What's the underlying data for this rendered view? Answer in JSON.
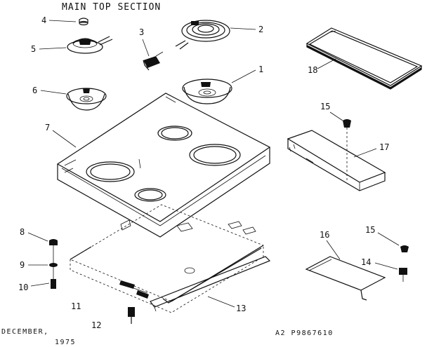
{
  "title": "MAIN TOP SECTION",
  "callouts": {
    "c1": "1",
    "c2": "2",
    "c3": "3",
    "c4": "4",
    "c5": "5",
    "c6": "6",
    "c7": "7",
    "c8": "8",
    "c9": "9",
    "c10": "10",
    "c11": "11",
    "c12": "12",
    "c13": "13",
    "c14": "14",
    "c15a": "15",
    "c15b": "15",
    "c16": "16",
    "c17": "17",
    "c18": "18"
  },
  "footer": {
    "date_line1": "DECEMBER,",
    "date_line2": "1975",
    "code": "A2   P9867610"
  }
}
